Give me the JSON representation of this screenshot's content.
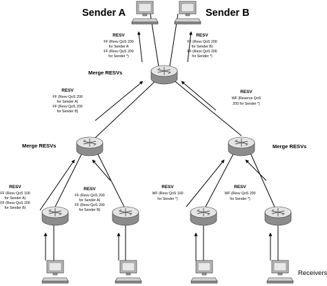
{
  "senders": {
    "a": "Sender A",
    "b": "Sender B"
  },
  "receivers_label": "Receivers",
  "merge_label": "Merge RESVs",
  "resv_label": "RESV",
  "messages": {
    "top_a": [
      "FF (Resv QoS 200",
      "for Sender A",
      "FF (Resv QoS 200",
      "for Sender *)"
    ],
    "top_b": [
      "FF (Resv QoS 200",
      "for Sender B)",
      "FF (Resv QoS 200",
      "for Sender *)"
    ],
    "mid_left": [
      "FF (Resv QoS 200",
      "for Sender A)",
      "FF (Resv QoS 200",
      "for Sender B)"
    ],
    "mid_right": [
      "WF (Reserve QoS",
      "200 for Sender *)"
    ],
    "low_left_1": [
      "FF (Resv QoS 100",
      "for Sender A)",
      "FF (Resv QoS 200",
      "for Sender B)"
    ],
    "low_left_2": [
      "FF (Resv QoS 200",
      "for Sender A)",
      "FF (Resv QoS 200",
      "for Sender B)"
    ],
    "low_right_1": [
      "WF (Resv QoS 100",
      "for Sender *)"
    ],
    "low_right_2": [
      "WF (Resv QoS 200",
      "for Sender *)"
    ]
  },
  "colors": {
    "line": "#000000",
    "router_top": "#e4e4e4",
    "router_side": "#8c8c8c",
    "computer": "#bdbdbd"
  },
  "icons": [
    "router-icon",
    "computer-icon",
    "arrow-icon"
  ]
}
